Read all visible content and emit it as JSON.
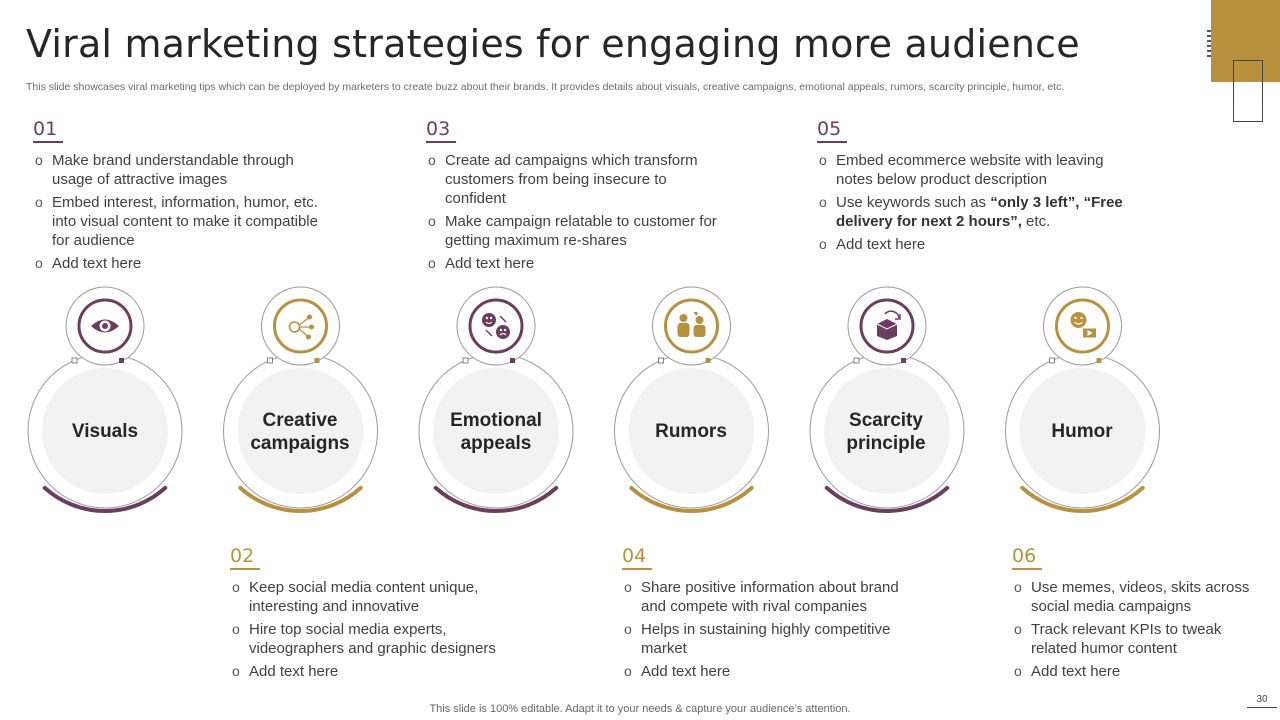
{
  "slide": {
    "title": "Viral marketing strategies for engaging more audience",
    "subtitle": "This slide showcases viral marketing tips which can be deployed by marketers to create buzz  about their brands. It provides details about visuals, creative campaigns, emotional appeals, rumors, scarcity principle, humor, etc.",
    "footer": "This slide is 100% editable. Adapt it to your needs & capture your audience’s attention.",
    "page_number": "30"
  },
  "colors": {
    "purple": "#6b3d5f",
    "gold": "#b8913f",
    "circle_fill": "#f2f2f2",
    "outline": "#999999"
  },
  "items": [
    {
      "label_line1": "Visuals",
      "label_line2": "",
      "icon": "eye-icon",
      "number": "01",
      "bullets": [
        {
          "text": "Make brand understandable through usage of attractive images",
          "bold": "",
          "tail": ""
        },
        {
          "text": "Embed interest, information, humor, etc. into visual content to make it compatible for audience",
          "bold": "",
          "tail": ""
        },
        {
          "text": "Add text here",
          "bold": "",
          "tail": ""
        }
      ]
    },
    {
      "label_line1": "Creative",
      "label_line2": "campaigns",
      "icon": "share-network-icon",
      "number": "02",
      "bullets": [
        {
          "text": "Keep social media content unique, interesting and innovative",
          "bold": "",
          "tail": ""
        },
        {
          "text": "Hire top social media experts, videographers and graphic designers",
          "bold": "",
          "tail": ""
        },
        {
          "text": "Add text here",
          "bold": "",
          "tail": ""
        }
      ]
    },
    {
      "label_line1": "Emotional",
      "label_line2": "appeals",
      "icon": "emotion-faces-icon",
      "number": "03",
      "bullets": [
        {
          "text": "Create ad campaigns which transform customers from being insecure to confident",
          "bold": "",
          "tail": ""
        },
        {
          "text": "Make campaign relatable to customer for getting maximum re-shares",
          "bold": "",
          "tail": ""
        },
        {
          "text": "Add text here",
          "bold": "",
          "tail": ""
        }
      ]
    },
    {
      "label_line1": "Rumors",
      "label_line2": "",
      "icon": "people-whisper-icon",
      "number": "04",
      "bullets": [
        {
          "text": "Share positive information about brand and compete with rival companies",
          "bold": "",
          "tail": ""
        },
        {
          "text": "Helps in sustaining highly competitive market",
          "bold": "",
          "tail": ""
        },
        {
          "text": "Add text here",
          "bold": "",
          "tail": ""
        }
      ]
    },
    {
      "label_line1": "Scarcity",
      "label_line2": "principle",
      "icon": "box-cycle-icon",
      "number": "05",
      "bullets": [
        {
          "text": "Embed ecommerce website with leaving notes below product description",
          "bold": "",
          "tail": ""
        },
        {
          "text": "Use keywords such as ",
          "bold": "“only 3 left”, “Free delivery for next 2 hours”,",
          "tail": " etc."
        },
        {
          "text": "Add text here",
          "bold": "",
          "tail": ""
        }
      ]
    },
    {
      "label_line1": "Humor",
      "label_line2": "",
      "icon": "humor-video-icon",
      "number": "06",
      "bullets": [
        {
          "text": "Use memes, videos, skits across social media campaigns",
          "bold": "",
          "tail": ""
        },
        {
          "text": "Track relevant KPIs to tweak related humor content",
          "bold": "",
          "tail": ""
        },
        {
          "text": "Add text here",
          "bold": "",
          "tail": ""
        }
      ]
    }
  ]
}
